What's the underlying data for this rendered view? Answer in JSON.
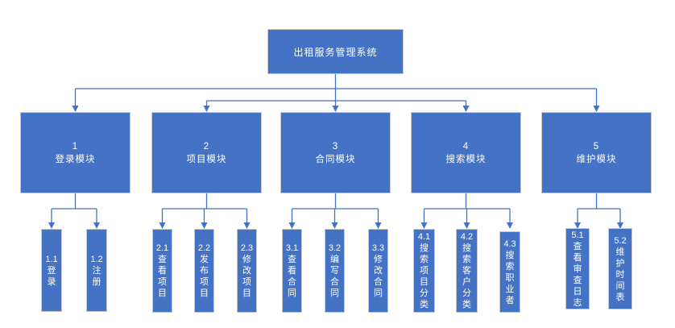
{
  "title": "出租服务管理系统",
  "colors": {
    "node_fill": "#4472C4",
    "node_border": "#C9C9C9",
    "connector": "#4472C4",
    "text": "#FFFFFF",
    "background": "#FFFFFF"
  },
  "modules": [
    {
      "number": "1",
      "name": "登录模块",
      "children": [
        "1.1 登录",
        "1.2 注册"
      ]
    },
    {
      "number": "2",
      "name": "项目模块",
      "children": [
        "2.1 查看项目",
        "2.2 发布项目",
        "2.3 修改项目"
      ]
    },
    {
      "number": "3",
      "name": "合同模块",
      "children": [
        "3.1 查看合同",
        "3.2 编写合同",
        "3.3 修改合同"
      ]
    },
    {
      "number": "4",
      "name": "搜索模块",
      "children": [
        "4.1 搜索项目分类",
        "4.2 搜索客户分类",
        "4.3 搜索职业者"
      ]
    },
    {
      "number": "5",
      "name": "维护模块",
      "children": [
        "5.1 查看审查日志",
        "5.2 维护时间表"
      ]
    }
  ]
}
